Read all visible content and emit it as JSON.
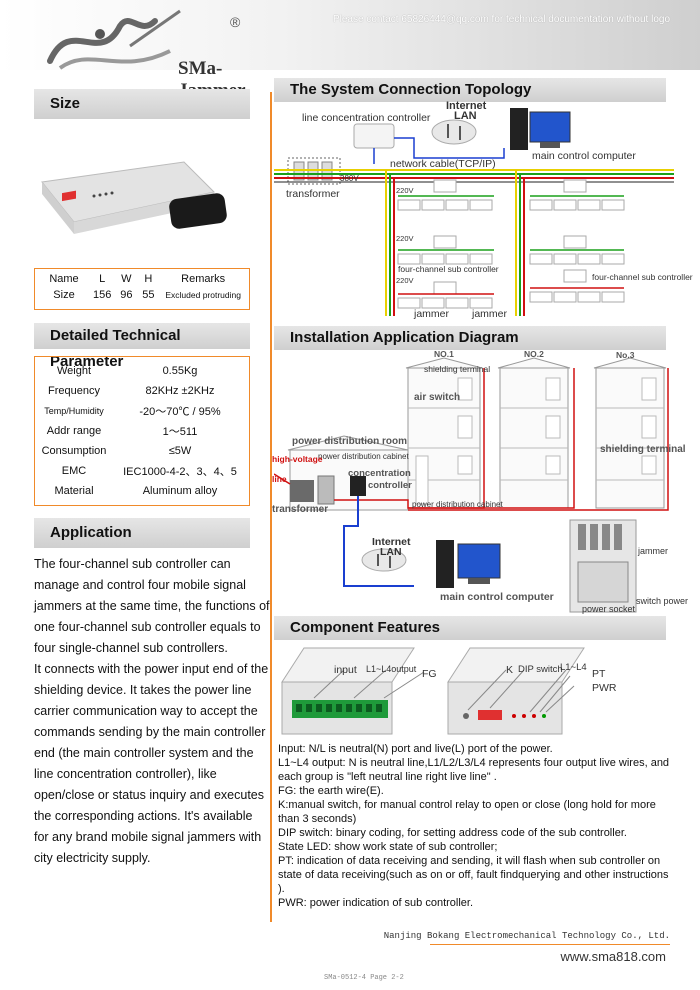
{
  "header": {
    "contact_note": "Please contact 65826444@qq.com for technical documentation without logo",
    "brand": "SMa-Jammer",
    "registered": "®"
  },
  "size_section": {
    "title": "Size",
    "table": {
      "headers": [
        "Name",
        "L",
        "W",
        "H",
        "Remarks"
      ],
      "row": [
        "Size",
        "156",
        "96",
        "55",
        "Excluded protruding"
      ]
    }
  },
  "tech_section": {
    "title": "Detailed Technical Parameter",
    "rows": [
      {
        "label": "Weight",
        "value": "0.55Kg"
      },
      {
        "label": "Frequency",
        "value": "82KHz ±2KHz"
      },
      {
        "label": "Temp/Humidity",
        "value": "-20～70℃ / 95%"
      },
      {
        "label": "Addr range",
        "value": "1～511"
      },
      {
        "label": "Consumption",
        "value": "≤5W"
      },
      {
        "label": "EMC",
        "value": "IEC1000-4-2、3、4、5"
      },
      {
        "label": "Material",
        "value": "Aluminum alloy"
      }
    ]
  },
  "application_section": {
    "title": "Application",
    "text": "The four-channel sub controller can manage and control four mobile signal jammers at the same time, the functions of one four-channel sub controller equals to four single-channel sub controllers.",
    "text2": "It connects with the power input end of the shielding device. It takes the power line carrier communication way to accept the commands sending by the main controller end (the main controller system and the line concentration controller), like open/close or status inquiry and executes the corresponding actions. It's available for any brand mobile signal jammers with city electricity supply."
  },
  "topology_section": {
    "title": "The System Connection Topology",
    "labels": {
      "line_controller": "line concentration controller",
      "internet": "Internet",
      "lan": "LAN",
      "network_cable": "network cable(TCP/IP)",
      "main_computer": "main control computer",
      "transformer": "transformer",
      "v380": "380V",
      "v220a": "220V",
      "v220b": "220V",
      "v220c": "220V",
      "sub_controller_left": "four-channel sub controller",
      "sub_controller_right": "four-channel sub controller",
      "jammer_left": "jammer",
      "jammer_right": "jammer"
    }
  },
  "installation_section": {
    "title": "Installation Application Diagram",
    "labels": {
      "no1": "NO.1",
      "no2": "NO.2",
      "no3": "No.3",
      "shielding_terminal": "shielding terminal",
      "air_switch": "air switch",
      "power_room": "power distribution room",
      "power_cabinet": "power distribution cabinet",
      "high_voltage": "high-voltage",
      "line": "line",
      "concentration": "concentration",
      "controller": "controller",
      "transformer": "transformer",
      "power_cabinet2": "power distribution cabinet",
      "shielding_terminal2": "shielding terminal",
      "internet": "Internet",
      "lan": "LAN",
      "main_computer": "main control computer",
      "jammer": "jammer",
      "switch_power": "switch power",
      "power_socket": "power socket"
    }
  },
  "features_section": {
    "title": "Component Features",
    "labels": {
      "input": "input",
      "l_output": "L1~L4output",
      "fg": "FG",
      "k": "K",
      "dip": "DIP switch",
      "l_range": "L1~L4",
      "pt": "PT",
      "pwr": "PWR"
    },
    "lines": [
      "Input: N/L is neutral(N) port and live(L) port of the power.",
      "L1~L4 output: N is neutral line,L1/L2/L3/L4 represents four output live wires, and each group is \"left neutral line right live line\" .",
      "FG: the earth wire(E).",
      "K:manual switch, for manual control relay to open or close (long hold for more than 3 seconds)",
      "DIP switch: binary coding, for setting address code of the sub controller.",
      "State LED: show work state of sub controller;",
      "PT: indication of data receiving and sending, it will flash when sub controller on state of data receiving(such as on or off, fault findquerying and other instructions ).",
      "PWR: power indication of sub controller."
    ]
  },
  "footer": {
    "company": "Nanjing Bokang Electromechanical Technology Co., Ltd.",
    "url": "www.sma818.com",
    "page": "SMa-0512-4 Page 2-2"
  },
  "colors": {
    "accent": "#f08a2a",
    "header_gray": "#d6d6d6",
    "wire_red": "#d01010",
    "wire_green": "#1aa01a",
    "wire_yellow": "#e8d000",
    "wire_blue": "#1a3fd0"
  }
}
